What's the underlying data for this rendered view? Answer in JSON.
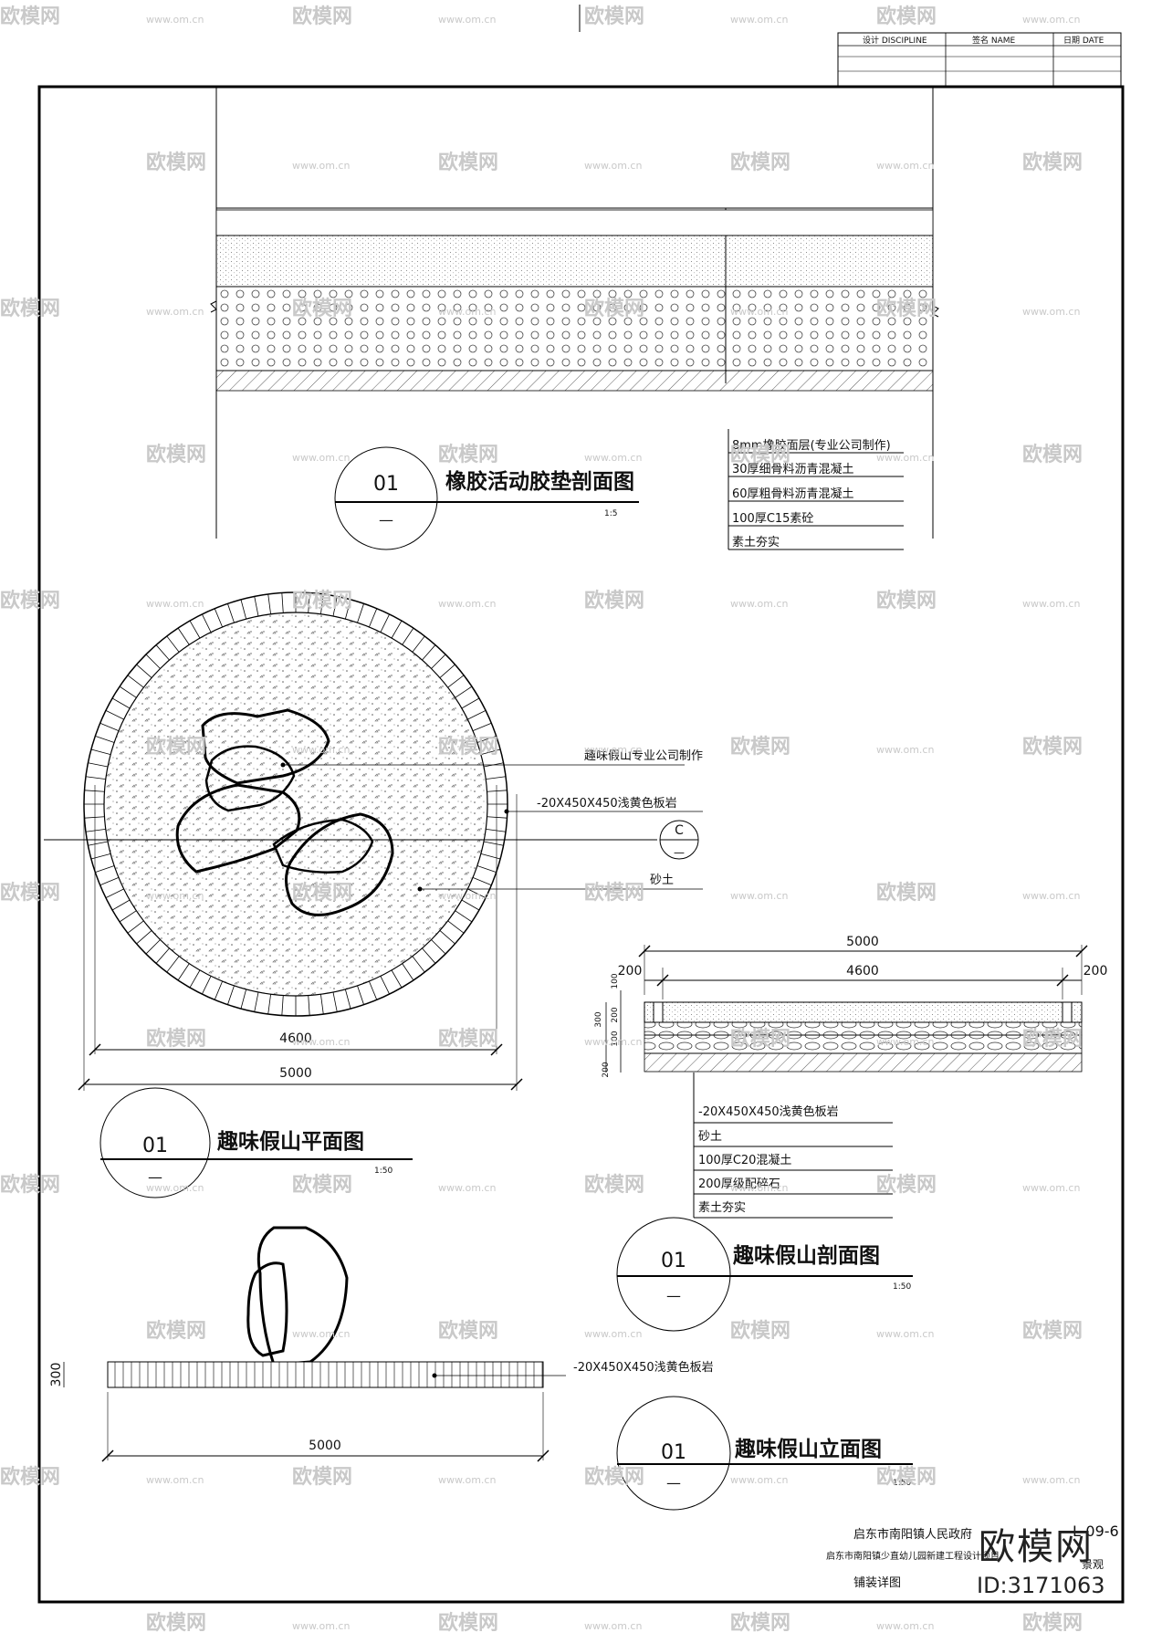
{
  "title_block_top": {
    "col1": "设计 DISCIPLINE",
    "col2": "签名 NAME",
    "col3": "日期 DATE"
  },
  "section_rubber": {
    "circle_number": "01",
    "title": "橡胶活动胶垫剖面图",
    "scale": "1:5",
    "layers": [
      "8mm橡胶面层(专业公司制作)",
      "30厚细骨料沥青混凝土",
      "60厚粗骨料沥青混凝土",
      "100厚C15素砼",
      "素土夯实"
    ]
  },
  "plan_rockery": {
    "circle_number": "01",
    "title": "趣味假山平面图",
    "scale": "1:50",
    "callouts": [
      "趣味假山专业公司制作",
      "-20X450X450浅黄色板岩",
      "砂土"
    ],
    "section_marker": "C",
    "dim_inner": "4600",
    "dim_outer": "5000"
  },
  "section_rockery": {
    "circle_number": "01",
    "title": "趣味假山剖面图",
    "scale": "1:50",
    "dim_total": "5000",
    "dim_inner": "4600",
    "dim_side_left": "200",
    "dim_side_right": "200",
    "dim_v_100": "100",
    "dim_v_200": "200",
    "dim_v_300": "300",
    "dim_v_100b": "100",
    "dim_v_200b": "200",
    "layers": [
      "-20X450X450浅黄色板岩",
      "砂土",
      "100厚C20混凝土",
      "200厚级配碎石",
      "素土夯实"
    ]
  },
  "elevation_rockery": {
    "circle_number": "01",
    "title": "趣味假山立面图",
    "scale": "1:50",
    "callout": "-20X450X450浅黄色板岩",
    "dim_height": "300",
    "dim_width": "5000"
  },
  "title_block_bottom": {
    "client": "启东市南阳镇人民政府",
    "project": "启东市南阳镇少直幼儿园新建工程设计项目",
    "drawing_name": "铺装详图",
    "sheet_number": "L-09-6",
    "discipline": "景观"
  },
  "watermark": {
    "brand": "欧模网",
    "url": "www.om.cn"
  },
  "brand_corner": {
    "name": "欧模网",
    "id": "ID:3171063"
  }
}
